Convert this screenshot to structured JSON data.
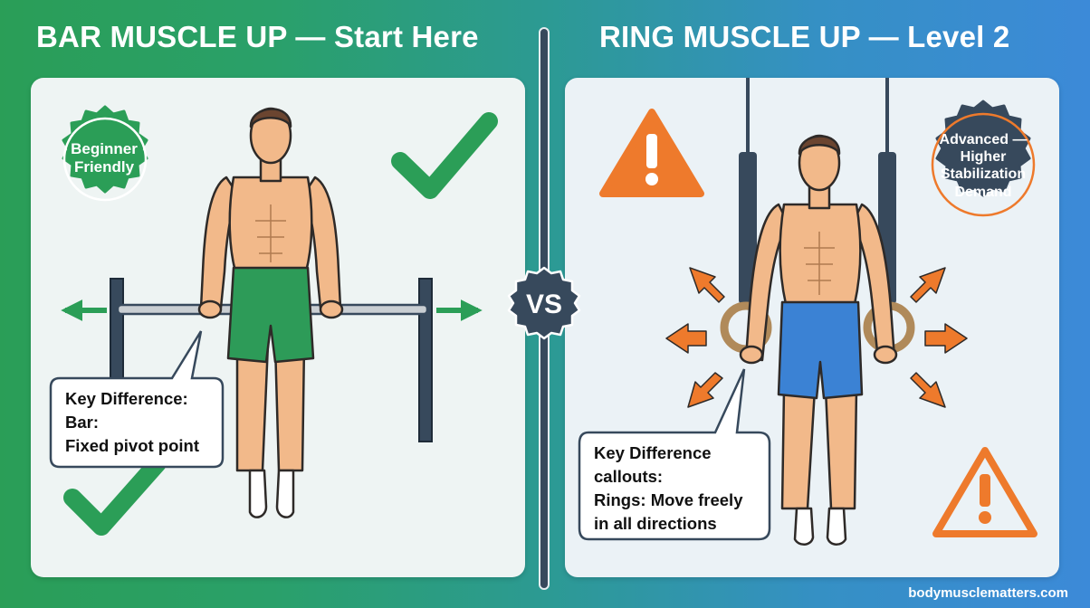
{
  "titles": {
    "left": "BAR MUSCLE UP — Start Here",
    "right": "RING MUSCLE UP — Level 2"
  },
  "badges": {
    "left": "Beginner Friendly",
    "right": "Advanced — Higher Stabilization Demand"
  },
  "vs_label": "VS",
  "callouts": {
    "left": [
      "Key Difference:",
      "Bar:",
      "Fixed pivot point"
    ],
    "right": [
      "Key Difference",
      "callouts:",
      "Rings: Move freely",
      "in all directions"
    ]
  },
  "footer": "bodymusclematters.com",
  "colors": {
    "green": "#2b9e57",
    "blue": "#3a86d6",
    "orange": "#ee7a2c",
    "navy": "#374a5e",
    "skin": "#f2b98a",
    "hair": "#6b4530",
    "shorts_green": "#2d9b58",
    "shorts_blue": "#3b82d4"
  },
  "icons": {
    "check": "check-icon",
    "warning": "warning-icon",
    "arrow": "arrow-icon"
  }
}
